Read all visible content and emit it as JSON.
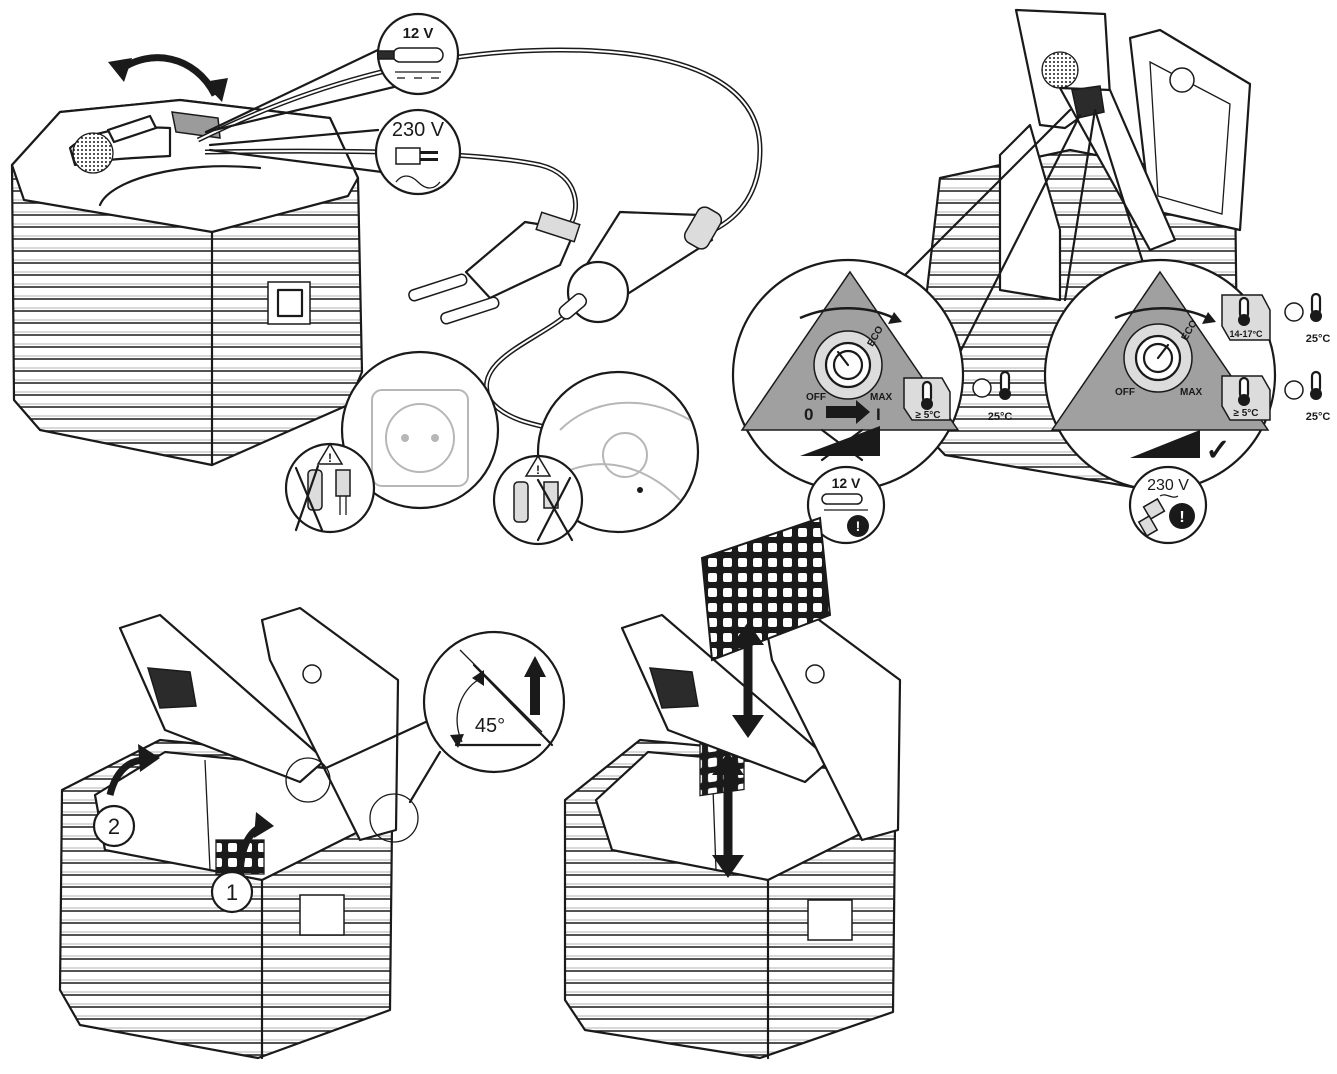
{
  "power": {
    "dc_label": "12 V",
    "ac_label": "230 V",
    "dc_symbol": "dc-current-symbol",
    "ac_symbol": "ac-current-symbol"
  },
  "knob_left": {
    "off": "OFF",
    "max": "MAX",
    "eco": "ECO",
    "zero": "0",
    "one": "I",
    "setting": "≥ 5°C",
    "ambient": "25°C",
    "warn_voltage": "12 V"
  },
  "knob_right": {
    "off": "OFF",
    "max": "MAX",
    "eco": "ECO",
    "setting_top": "14-17°C",
    "ambient_top": "25°C",
    "setting_bottom": "≥ 5°C",
    "ambient_bottom": "25°C",
    "warn_voltage": "230 V",
    "ok_mark": "✓"
  },
  "lid_steps": {
    "step1": "1",
    "step2": "2",
    "angle": "45°"
  },
  "icons": [
    "warning-icon",
    "plug-icon",
    "socket-icon",
    "thermometer-icon",
    "sun-icon",
    "exclamation-icon",
    "arrow-icon"
  ]
}
